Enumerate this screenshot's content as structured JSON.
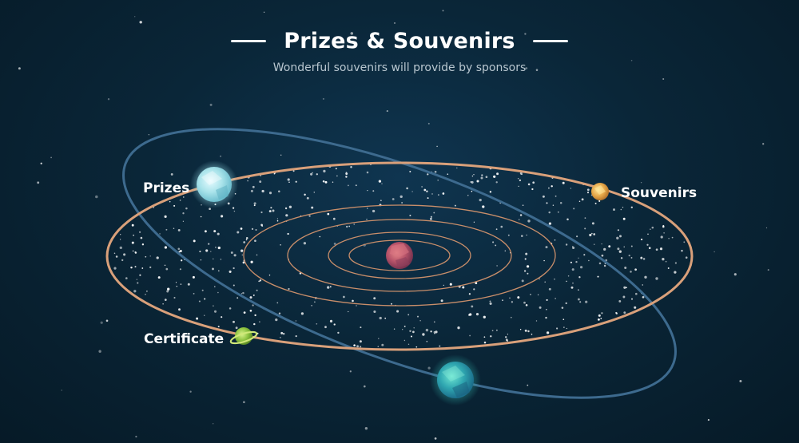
{
  "header": {
    "title": "Prizes & Souvenirs",
    "subtitle": "Wonderful souvenirs will provide by sponsors"
  },
  "labels": {
    "prizes": "Prizes",
    "souvenirs": "Souvenirs",
    "certificate": "Certificate"
  },
  "colors": {
    "background": "#0a2638",
    "main_orbit": "#d9a07a",
    "inner_orbits": "#c98e6a",
    "tilted_orbit": "#3d6a8e",
    "stars": "#ffffff"
  },
  "planets": {
    "prizes": "icy-blue-planet",
    "souvenirs": "golden-planet",
    "certificate": "ringed-green-planet",
    "center": "red-sun",
    "teal": "teal-planet"
  }
}
